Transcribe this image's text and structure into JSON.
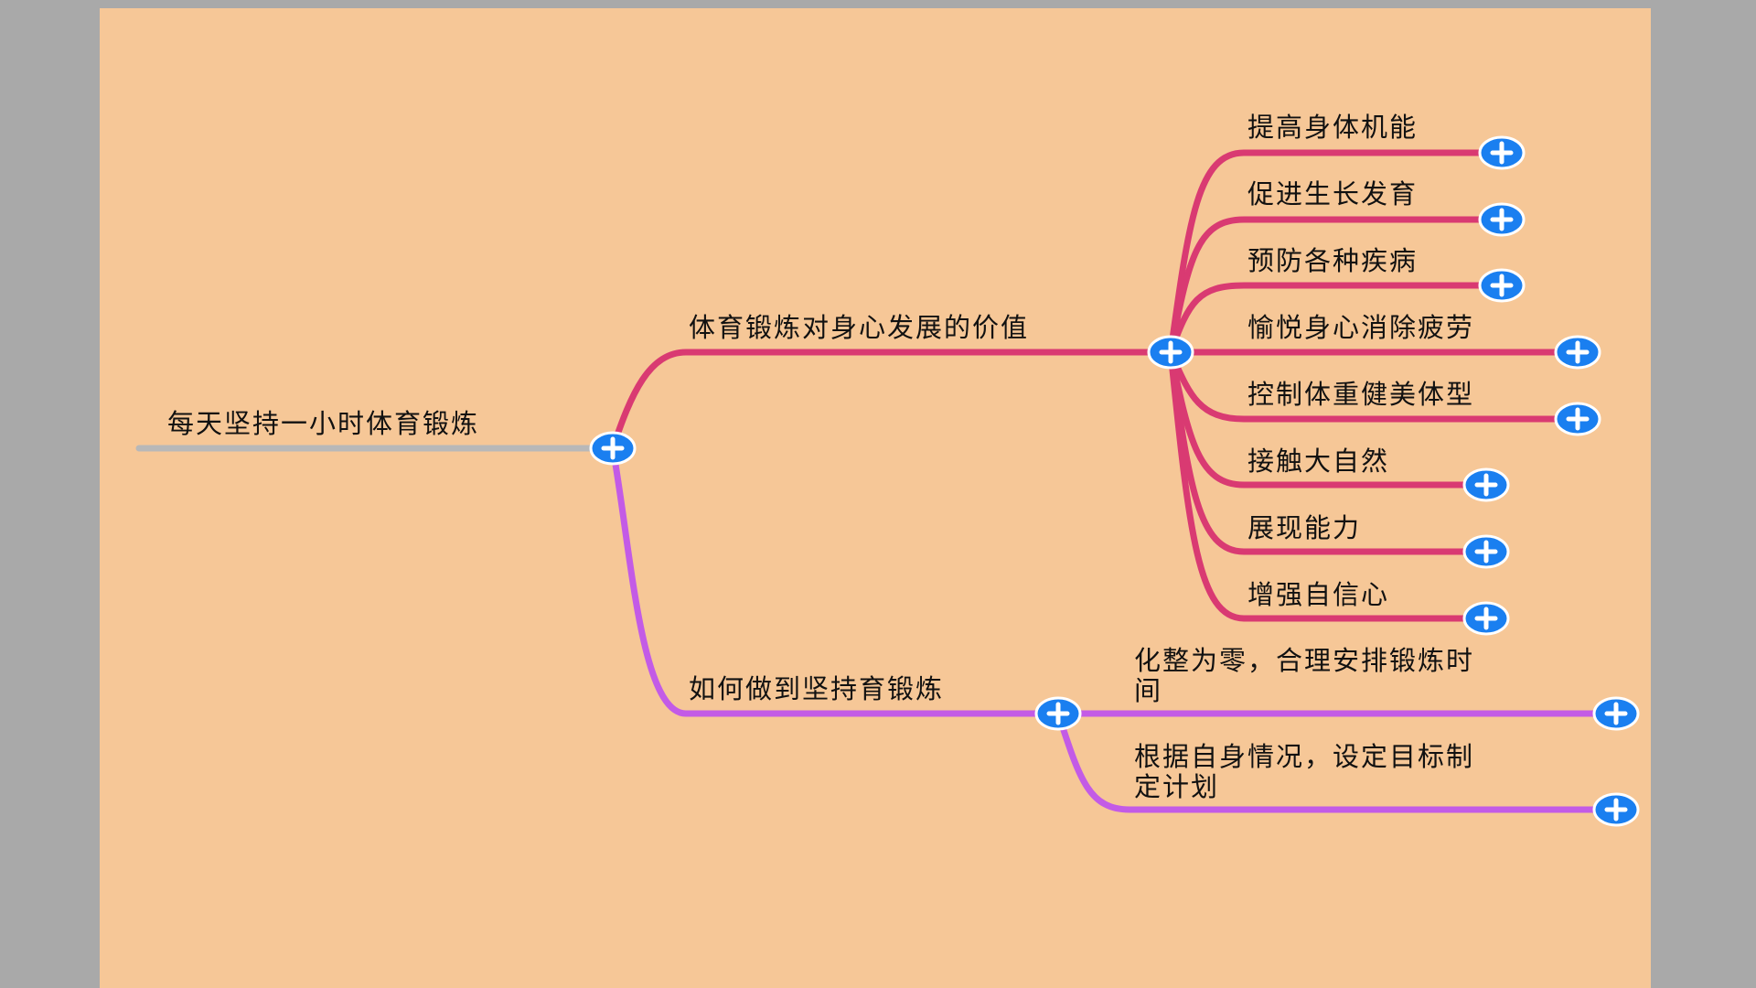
{
  "colors": {
    "outer_background": "#a9a9a9",
    "canvas_background": "#f6c797",
    "root_line": "#b8b8b8",
    "branch_value": "#d93a72",
    "branch_howto": "#c35be6",
    "button_fill": "#1a7ff0",
    "button_ring": "#ffffff"
  },
  "root": {
    "label": "每天坚持一小时体育锻炼"
  },
  "branches": [
    {
      "label": "体育锻炼对身心发展的价值",
      "children": [
        {
          "label": "提高身体机能"
        },
        {
          "label": "促进生长发育"
        },
        {
          "label": "预防各种疾病"
        },
        {
          "label": "愉悦身心消除疲劳"
        },
        {
          "label": "控制体重健美体型"
        },
        {
          "label": "接触大自然"
        },
        {
          "label": "展现能力"
        },
        {
          "label": "增强自信心"
        }
      ]
    },
    {
      "label": "如何做到坚持育锻炼",
      "children": [
        {
          "line1": "化整为零，合理安排锻炼时",
          "line2": "间"
        },
        {
          "line1": "根据自身情况，设定目标制",
          "line2": "定计划"
        }
      ]
    }
  ],
  "icons": {
    "expand": "plus-icon"
  }
}
